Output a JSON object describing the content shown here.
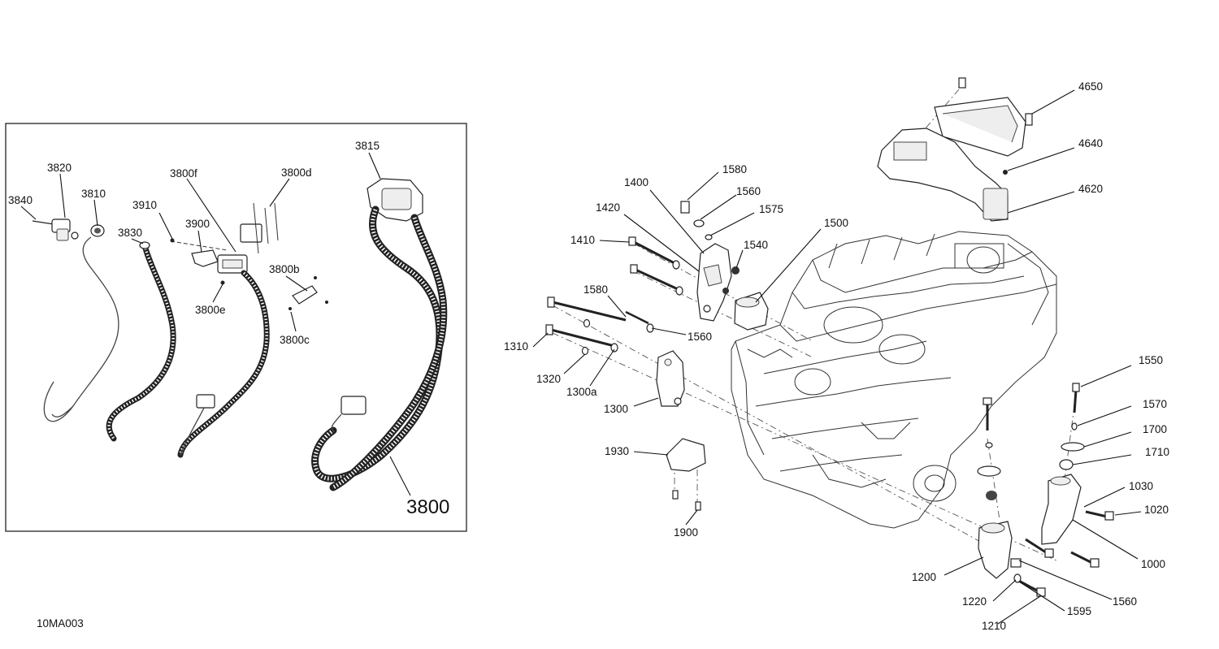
{
  "drawing_code": "10MA003",
  "callouts": [
    {
      "id": "3840",
      "text": "3840"
    },
    {
      "id": "3820",
      "text": "3820"
    },
    {
      "id": "3810",
      "text": "3810"
    },
    {
      "id": "3830",
      "text": "3830"
    },
    {
      "id": "3910",
      "text": "3910"
    },
    {
      "id": "3900",
      "text": "3900"
    },
    {
      "id": "3800f",
      "text": "3800f"
    },
    {
      "id": "3800d",
      "text": "3800d"
    },
    {
      "id": "3800b",
      "text": "3800b"
    },
    {
      "id": "3800e",
      "text": "3800e"
    },
    {
      "id": "3800c",
      "text": "3800c"
    },
    {
      "id": "3815",
      "text": "3815"
    },
    {
      "id": "3800",
      "text": "3800"
    },
    {
      "id": "4650",
      "text": "4650"
    },
    {
      "id": "4640",
      "text": "4640"
    },
    {
      "id": "4620",
      "text": "4620"
    },
    {
      "id": "1580a",
      "text": "1580"
    },
    {
      "id": "1400",
      "text": "1400"
    },
    {
      "id": "1560a",
      "text": "1560"
    },
    {
      "id": "1420",
      "text": "1420"
    },
    {
      "id": "1575",
      "text": "1575"
    },
    {
      "id": "1500",
      "text": "1500"
    },
    {
      "id": "1410",
      "text": "1410"
    },
    {
      "id": "1540",
      "text": "1540"
    },
    {
      "id": "1580b",
      "text": "1580"
    },
    {
      "id": "1560b",
      "text": "1560"
    },
    {
      "id": "1310",
      "text": "1310"
    },
    {
      "id": "1320",
      "text": "1320"
    },
    {
      "id": "1300a",
      "text": "1300a"
    },
    {
      "id": "1300",
      "text": "1300"
    },
    {
      "id": "1550",
      "text": "1550"
    },
    {
      "id": "1570",
      "text": "1570"
    },
    {
      "id": "1700",
      "text": "1700"
    },
    {
      "id": "1710",
      "text": "1710"
    },
    {
      "id": "1930",
      "text": "1930"
    },
    {
      "id": "1030",
      "text": "1030"
    },
    {
      "id": "1020",
      "text": "1020"
    },
    {
      "id": "1900",
      "text": "1900"
    },
    {
      "id": "1000",
      "text": "1000"
    },
    {
      "id": "1200",
      "text": "1200"
    },
    {
      "id": "1560c",
      "text": "1560"
    },
    {
      "id": "1220",
      "text": "1220"
    },
    {
      "id": "1595",
      "text": "1595"
    },
    {
      "id": "1210",
      "text": "1210"
    }
  ]
}
